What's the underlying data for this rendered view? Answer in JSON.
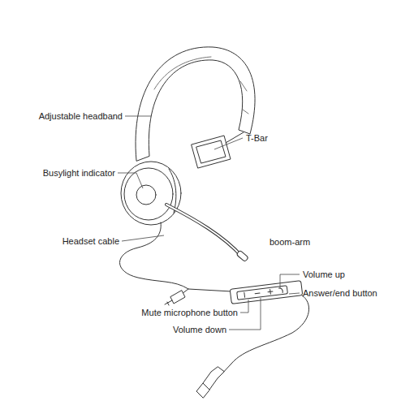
{
  "diagram": {
    "labels": [
      "Adjustable headband",
      "T-Bar",
      "Busylight indicator",
      "Headset cable",
      "boom-arm",
      "Volume up",
      "Answer/end button",
      "Mute microphone button",
      "Volume down"
    ]
  }
}
